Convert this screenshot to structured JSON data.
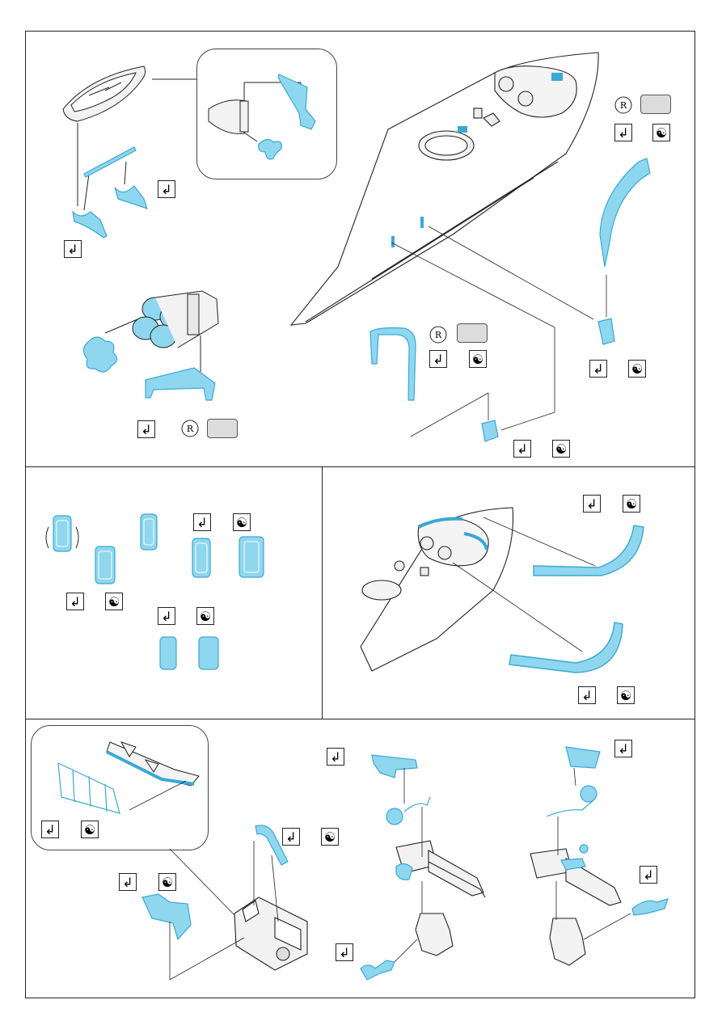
{
  "sheet": {
    "colors": {
      "etch": "#8fd6ef",
      "etch_dark": "#3aa9d4",
      "line": "#222222",
      "shade": "#e8e8e8"
    },
    "legend_icons": {
      "bend": "bend-icon",
      "yin_yang": "fold-both-sides-icon",
      "registered": "registered-mark-icon",
      "grey_part": "grey-part-swatch"
    },
    "panels": [
      {
        "name": "panel-boat-and-forecastle"
      },
      {
        "name": "panel-hatches"
      },
      {
        "name": "panel-bow-rails"
      },
      {
        "name": "panel-gun-assembly"
      }
    ],
    "registered_symbol": "R"
  }
}
